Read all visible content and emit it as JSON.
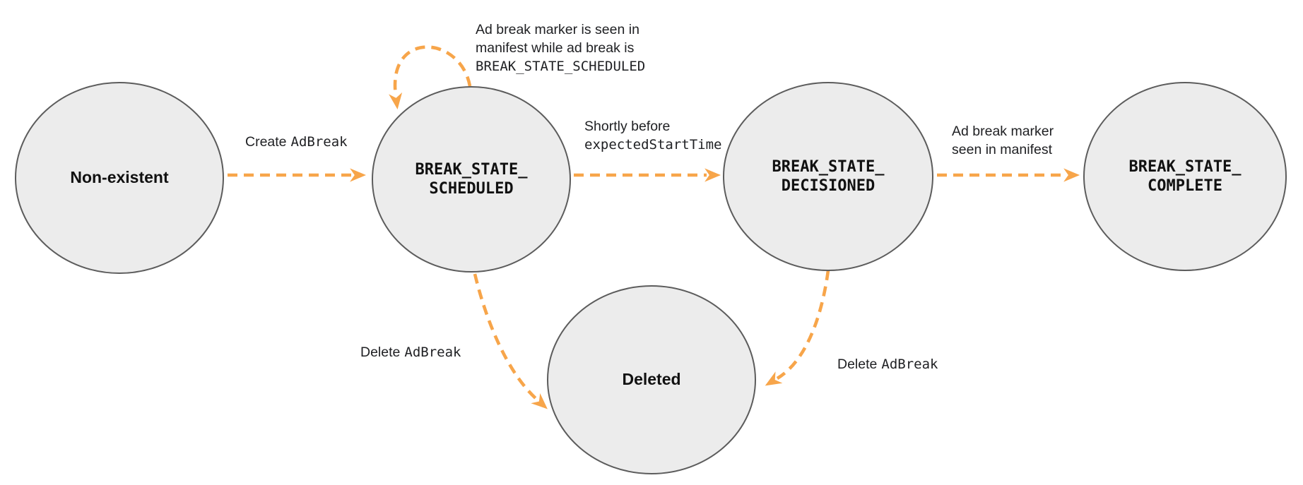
{
  "colors": {
    "node_fill": "#ececec",
    "node_border": "#5c5c5c",
    "arrow": "#f7a54a",
    "label_text": "#202124",
    "node_text": "#111111",
    "background": "#ffffff"
  },
  "states": {
    "non_existent": {
      "line1": "Non-existent"
    },
    "scheduled": {
      "line1": "BREAK_STATE_",
      "line2": "SCHEDULED"
    },
    "decisioned": {
      "line1": "BREAK_STATE_",
      "line2": "DECISIONED"
    },
    "complete": {
      "line1": "BREAK_STATE_",
      "line2": "COMPLETE"
    },
    "deleted": {
      "line1": "Deleted"
    }
  },
  "transitions": {
    "create": {
      "part1": "Create",
      "part2": "AdBreak"
    },
    "self_loop": {
      "line1": "Ad break marker is seen in",
      "line2": "manifest while ad break is",
      "line3": "BREAK_STATE_SCHEDULED"
    },
    "shortly": {
      "line1": "Shortly before",
      "line2": "expectedStartTime"
    },
    "marker_seen": {
      "line1": "Ad break marker",
      "line2": "seen in manifest"
    },
    "delete_left": {
      "part1": "Delete",
      "part2": "AdBreak"
    },
    "delete_right": {
      "part1": "Delete",
      "part2": "AdBreak"
    }
  }
}
